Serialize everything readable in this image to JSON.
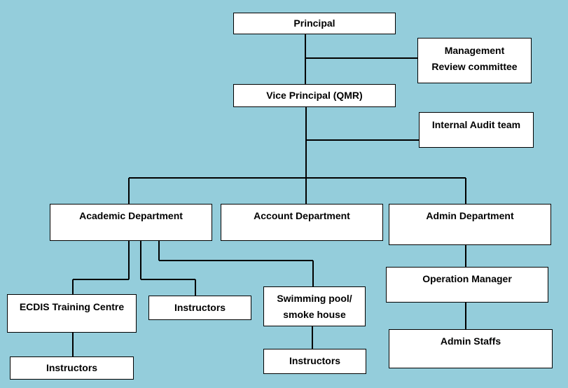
{
  "colors": {
    "background": "#94cddb",
    "box": "#ffffff",
    "line": "#000000"
  },
  "nodes": {
    "principal": "Principal",
    "management_review": [
      "Management",
      "Review committee"
    ],
    "vice_principal": "Vice Principal (QMR)",
    "internal_audit": "Internal Audit team",
    "academic_department": "Academic Department",
    "account_department": "Account Department",
    "admin_department": "Admin Department",
    "ecdis_training_centre": "ECDIS Training Centre",
    "instructors_academic": "Instructors",
    "swimming_pool": [
      "Swimming pool/",
      "smoke house"
    ],
    "operation_manager": "Operation Manager",
    "instructors_ecdis": "Instructors",
    "instructors_swimming": "Instructors",
    "admin_staffs": "Admin Staffs"
  }
}
